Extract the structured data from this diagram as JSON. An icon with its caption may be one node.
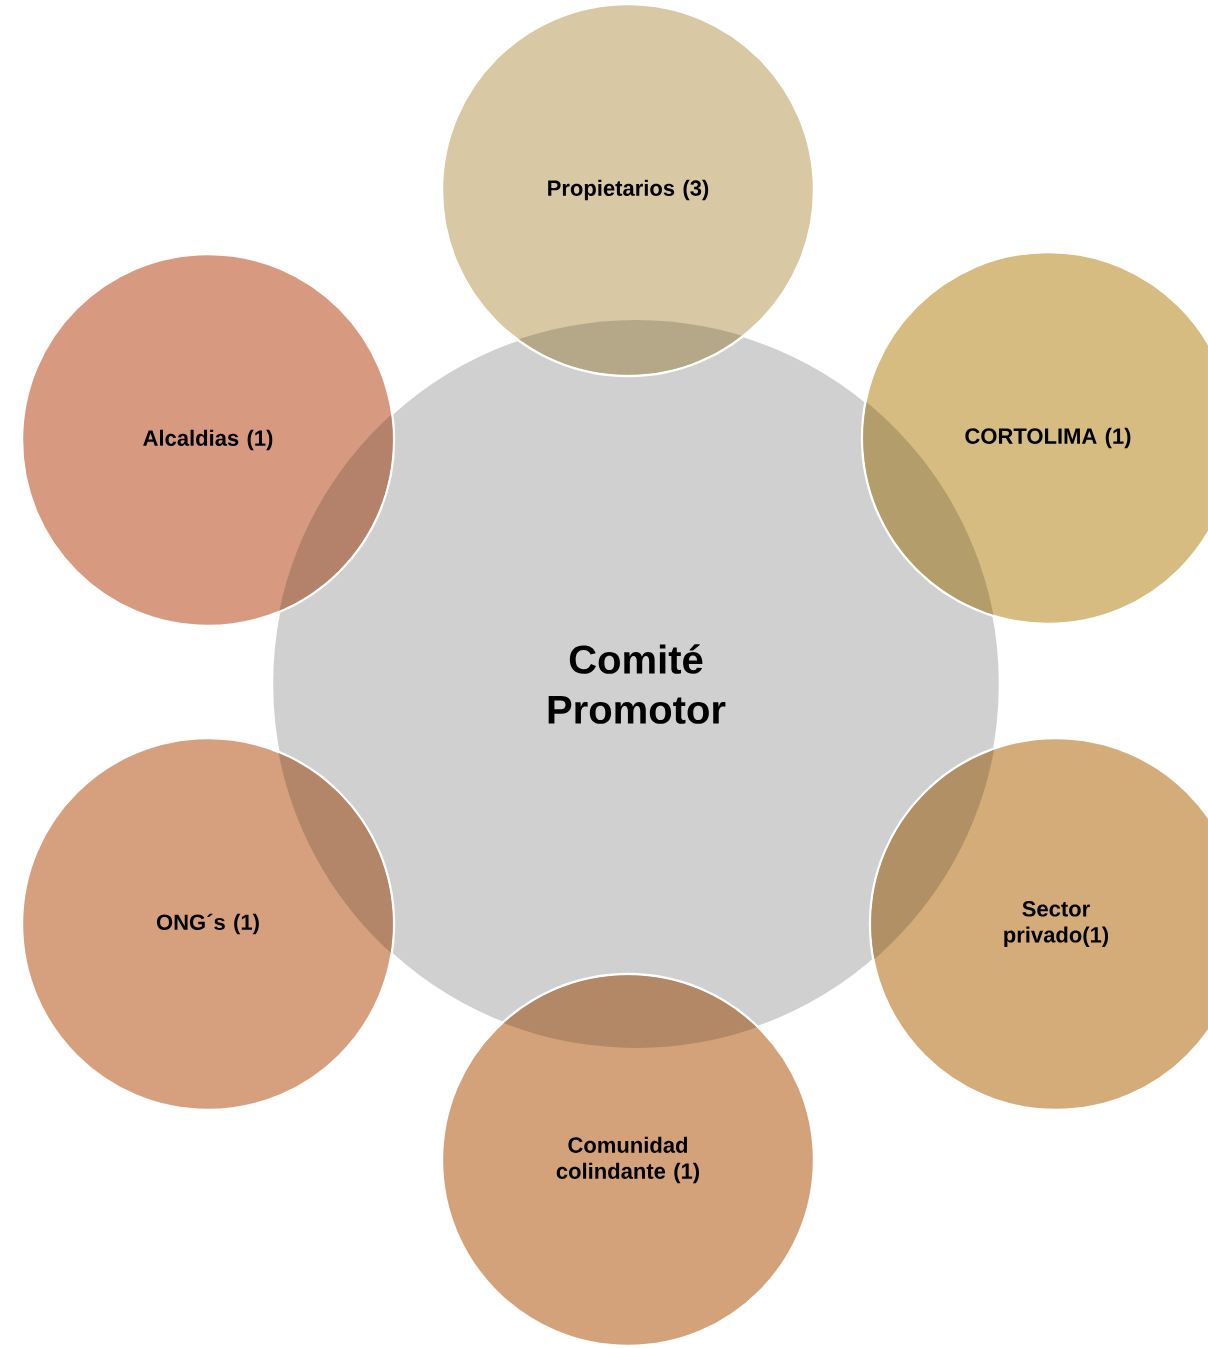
{
  "diagram": {
    "nodes": [
      {
        "text": [
          "Comité Promotor"
        ]
      },
      {
        "text": [
          "Propietarios (3)"
        ]
      },
      {
        "text": [
          "CORTOLIMA (1)"
        ]
      },
      {
        "text": [
          "Sector privado(1)"
        ]
      },
      {
        "text": [
          "Comunidad colindante (1)"
        ]
      },
      {
        "text": [
          "ONG´s (1)"
        ]
      },
      {
        "text": [
          "Alcaldias (1)"
        ]
      }
    ]
  }
}
